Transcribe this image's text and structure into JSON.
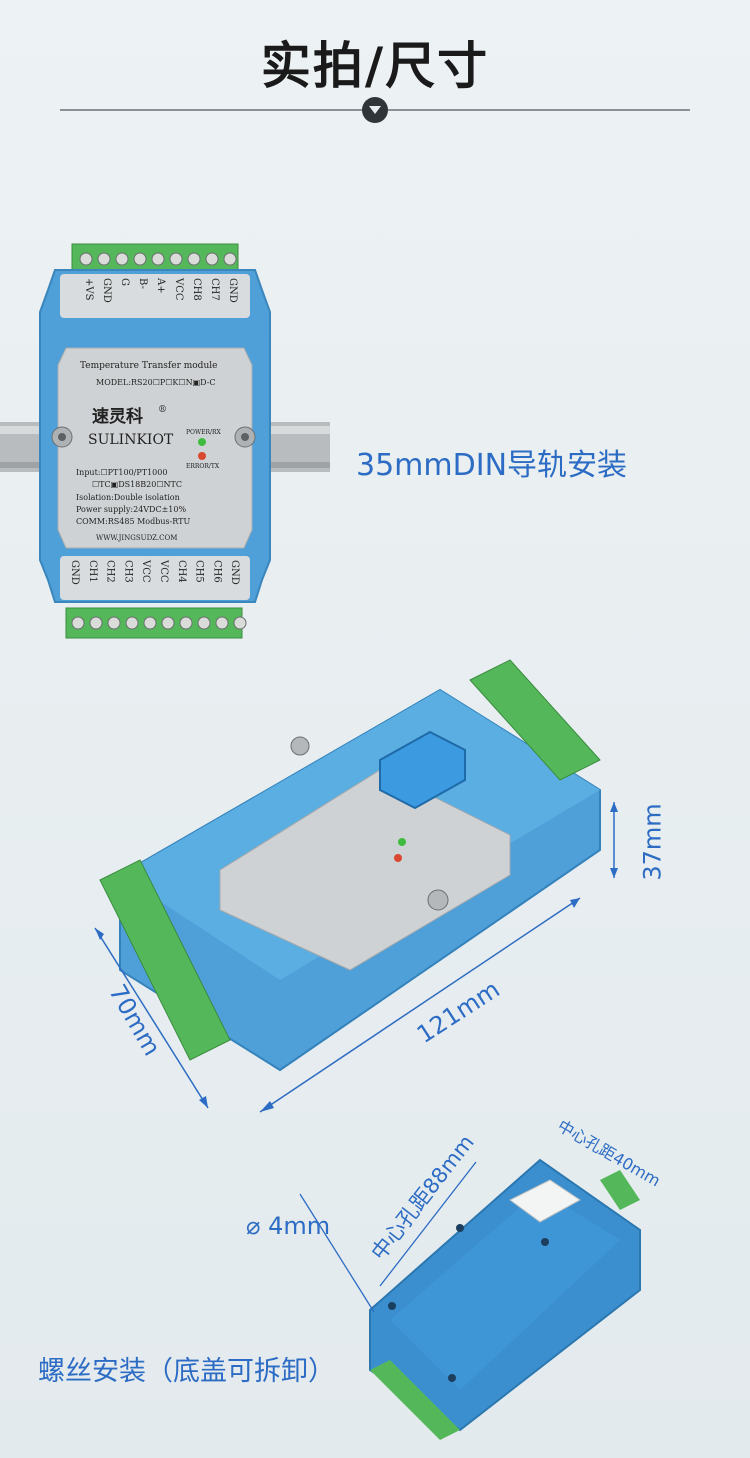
{
  "heading": {
    "title": "实拍/尺寸"
  },
  "captions": {
    "din_rail": "35mmDIN导轨安装",
    "screw_mount": "螺丝安装（底盖可拆卸）"
  },
  "dimensions": {
    "height": "37mm",
    "depth": "70mm",
    "length": "121mm",
    "hole": "4mm",
    "hole_prefix": "⌀",
    "center_distance_long": "中心孔距88mm",
    "center_distance_short": "中心孔距40mm"
  },
  "device": {
    "module_name": "Temperature Transfer module",
    "model": "MODEL:RS20☐P☐K☐N▣D-C",
    "brand_cn": "速灵科",
    "brand_en": "SULINKIOT",
    "registered": "®",
    "power_led": "POWER/RX",
    "error_led": "ERROR/TX",
    "input_line1": "Input:☐PT100/PT1000",
    "input_line2": "☐TC▣DS18B20☐NTC",
    "isolation": "Isolation:Double isolation",
    "power_supply": "Power supply:24VDC±10%",
    "comm": "COMM:RS485 Modbus-RTU",
    "website": "WWW.JINGSUDZ.COM",
    "top_terminals": [
      "+VS",
      "GND",
      "G",
      "B-",
      "A+",
      "VCC",
      "CH8",
      "CH7",
      "GND"
    ],
    "bottom_terminals": [
      "GND",
      "CH1",
      "CH2",
      "CH3",
      "VCC",
      "VCC",
      "CH4",
      "CH5",
      "CH6",
      "GND"
    ]
  },
  "colors": {
    "caption_blue": "#2d6cc4",
    "housing_blue": "#5aa6dc",
    "terminal_green": "#5fbf5f",
    "label_gray": "#c9cdcf"
  }
}
